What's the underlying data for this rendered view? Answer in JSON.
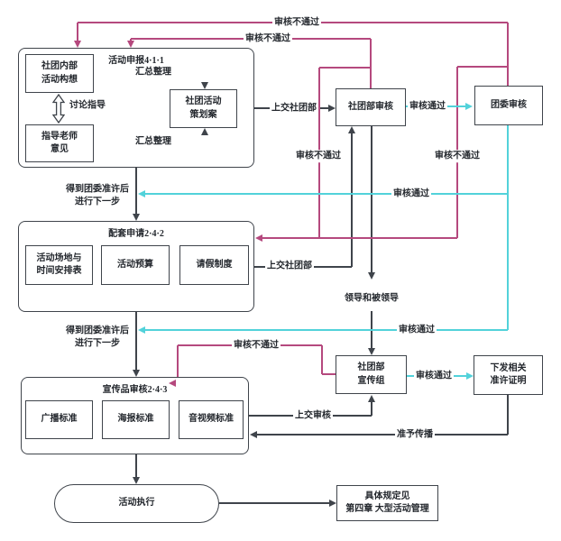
{
  "colors": {
    "connector": "#3f444b",
    "reject_flow": "#b5497e",
    "pass_flow": "#52d2da"
  },
  "containers": {
    "activity_declaration": {
      "title": "活动申报4·1·1"
    },
    "supporting_application": {
      "title": "配套申请2·4·2"
    },
    "publicity_review": {
      "title": "宣传品审核2·4·3"
    }
  },
  "nodes": {
    "club_internal_idea": "社团内部\n活动构想",
    "advisor_opinion": "指导老师\n意见",
    "activity_plan": "社团活动\n策划案",
    "venue_time_schedule": "活动场地与\n时间安排表",
    "activity_budget": "活动预算",
    "leave_system": "请假制度",
    "broadcast_standard": "广播标准",
    "poster_standard": "海报标准",
    "audio_video_standard": "音视频标准",
    "club_dept_review": "社团部审核",
    "league_committee_review": "团委审核",
    "club_dept_publicity_group": "社团部\n宣传组",
    "issue_permit_certificate": "下发相关\n准许证明",
    "activity_execution": "活动执行",
    "specific_rules_note": "具体规定见\n第四章 大型活动管理"
  },
  "edge_labels": {
    "review_rejected": "审核不通过",
    "review_passed": "审核通过",
    "submit_to_club_dept": "上交社团部",
    "summarize_organize": "汇总整理",
    "discussion_guidance": "讨论指导",
    "proceed_after_league_permit": "得到团委准许后\n进行下一步",
    "leading_and_led": "领导和被领导",
    "submit_for_review": "上交审核",
    "permit_to_spread": "准予传播"
  }
}
